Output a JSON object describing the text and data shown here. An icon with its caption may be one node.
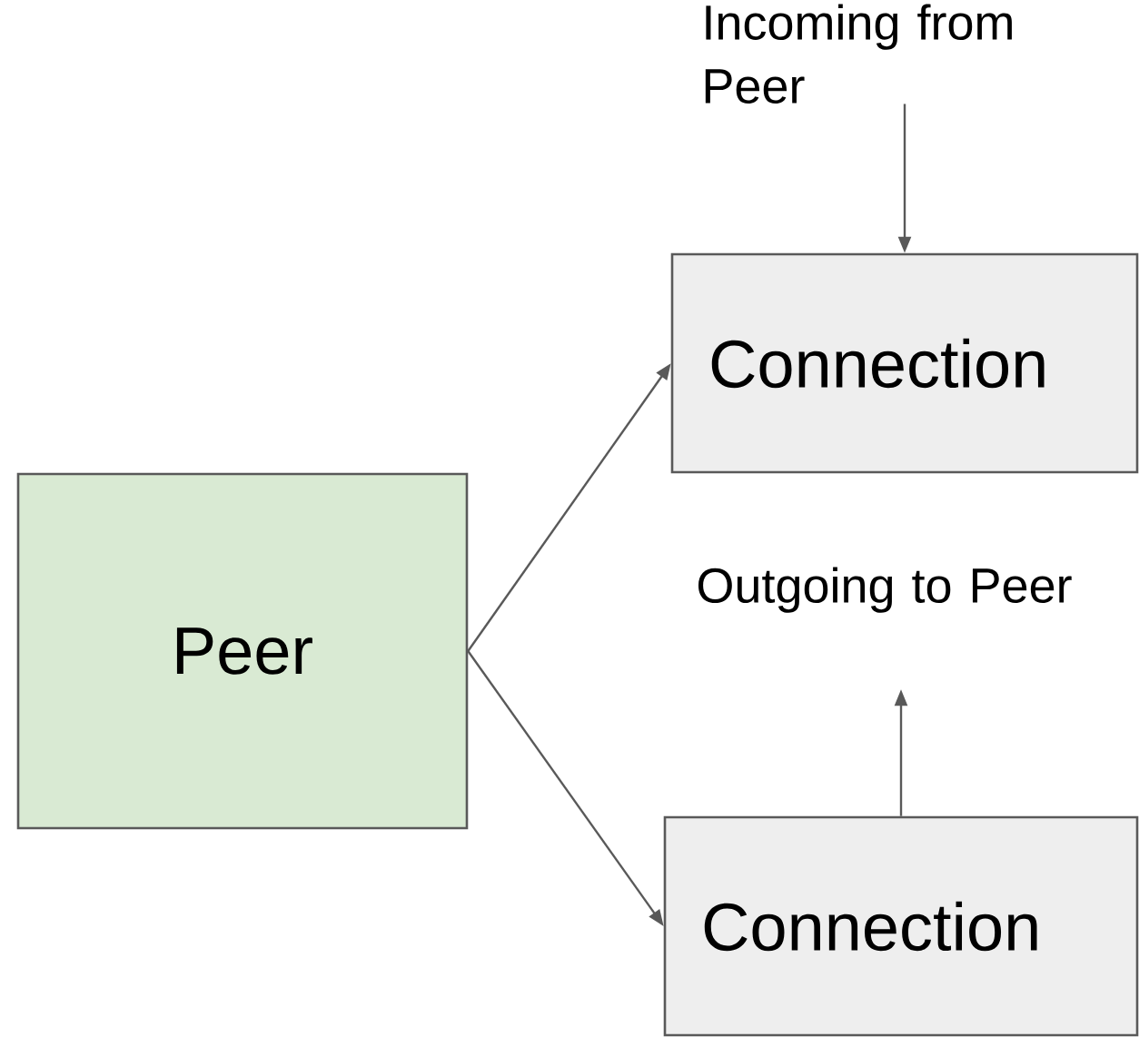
{
  "diagram": {
    "nodes": [
      {
        "text": [
          "Peer"
        ]
      },
      {
        "text": [
          "Connection"
        ]
      },
      {
        "text": [
          "Connection"
        ]
      },
      {
        "text": [
          "Incoming from Peer"
        ]
      },
      {
        "text": [
          "Outgoing to Peer"
        ]
      }
    ],
    "edges": [
      {
        "from": 0,
        "to": 1,
        "arrow": "to"
      },
      {
        "from": 0,
        "to": 2,
        "arrow": "to"
      },
      {
        "from": 3,
        "to": 1,
        "arrow": "to"
      },
      {
        "from": 2,
        "to": 4,
        "arrow": "to"
      }
    ]
  }
}
